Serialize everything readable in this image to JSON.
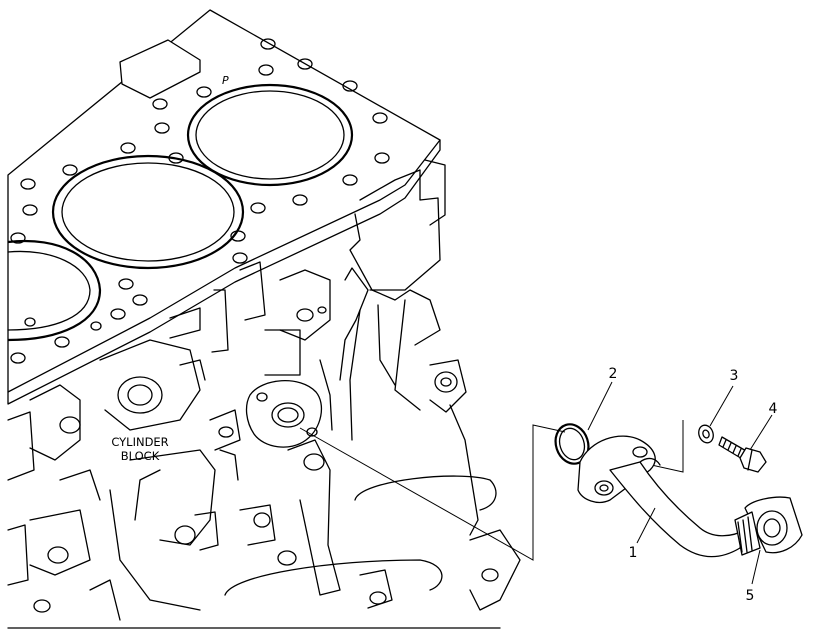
{
  "labels": {
    "block_line1": "CYLINDER",
    "block_line2": "BLOCK",
    "block_mark": "P",
    "callout_1": "1",
    "callout_2": "2",
    "callout_3": "3",
    "callout_4": "4",
    "callout_5": "5"
  }
}
